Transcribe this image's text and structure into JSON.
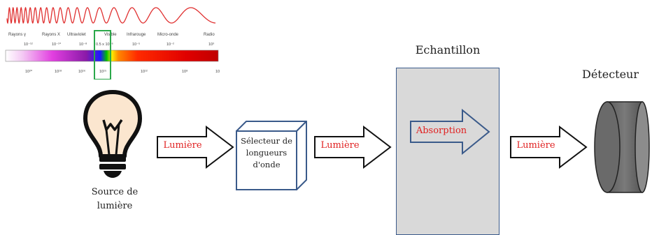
{
  "spectrum": {
    "bands": [
      "Rayons γ",
      "Rayons X",
      "Ultraviolet",
      "Visible",
      "Infrarouge",
      "Micro-onde",
      "Radio"
    ],
    "wavelength_ticks": [
      "10⁻¹²",
      "10⁻¹⁰",
      "10⁻⁸",
      "0.5 x 10⁻⁶",
      "10⁻⁵",
      "10⁻²",
      "10³"
    ],
    "frequency_ticks": [
      "10²⁰",
      "10¹⁸",
      "10¹⁶",
      "10¹⁵",
      "10¹²",
      "10⁸",
      "10"
    ]
  },
  "source": {
    "line1": "Source de",
    "line2": "lumière"
  },
  "arrows": {
    "a1": "Lumière",
    "a2": "Lumière",
    "a3": "Lumière",
    "absorption": "Absorption"
  },
  "selector": {
    "line1": "Sélecteur de",
    "line2": "longueurs",
    "line3": "d'onde"
  },
  "sample": {
    "label": "Echantillon"
  },
  "detector": {
    "label": "Détecteur"
  },
  "colors": {
    "arrow_text": "#e02020",
    "selector_border": "#3a5a8a",
    "sample_fill": "#d9d9d9",
    "detector_fill": "#6e6e6e",
    "highlight": "#2aa84a"
  }
}
